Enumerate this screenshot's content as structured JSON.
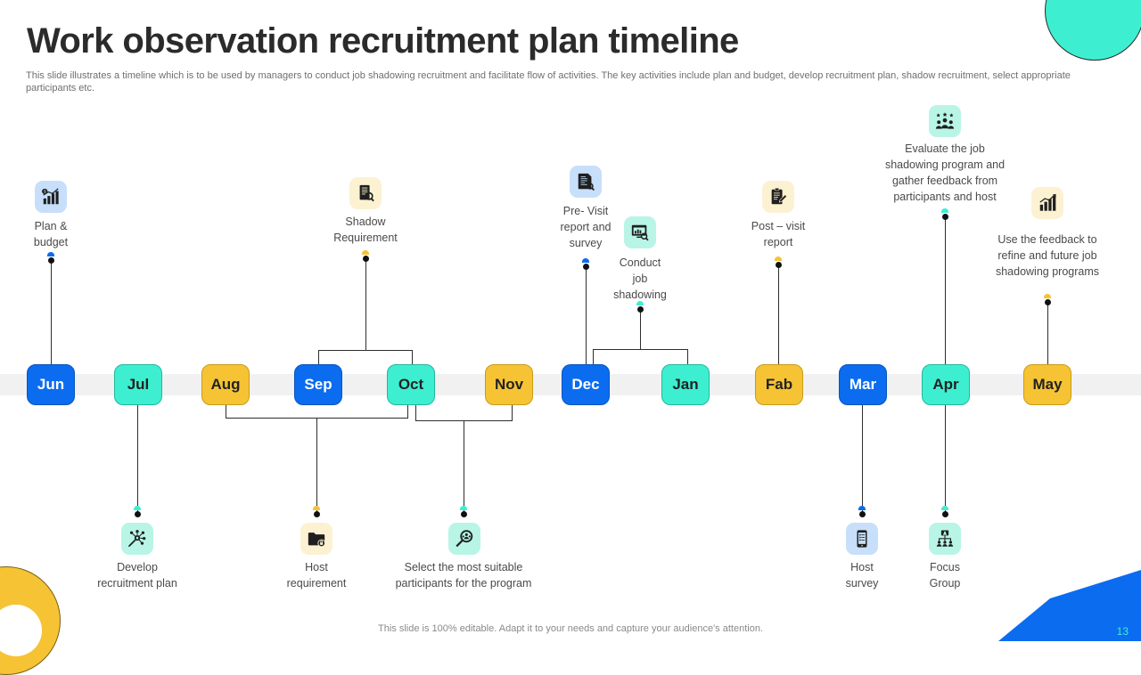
{
  "header": {
    "title": "Work observation recruitment plan timeline",
    "subtitle": "This slide illustrates a timeline which is to be used by managers to conduct job shadowing recruitment and facilitate flow of activities. The key activities include plan and budget, develop recruitment plan, shadow recruitment, select appropriate participants etc."
  },
  "footer": {
    "note": "This slide is 100% editable. Adapt it to your needs and capture your audience's attention.",
    "page_number": "13"
  },
  "colors": {
    "blue": "#0B6CF0",
    "mint": "#3DEFD0",
    "gold": "#F5C334",
    "band": "#F1F1F1",
    "line": "#2e2e2e",
    "tile_blue": "#C7DFFA",
    "tile_mint": "#B8F5E6",
    "tile_cream": "#FCF2D2"
  },
  "timeline": {
    "months": [
      {
        "label": "Jun",
        "color": "blue"
      },
      {
        "label": "Jul",
        "color": "mint"
      },
      {
        "label": "Aug",
        "color": "gold"
      },
      {
        "label": "Sep",
        "color": "blue"
      },
      {
        "label": "Oct",
        "color": "mint"
      },
      {
        "label": "Nov",
        "color": "gold"
      },
      {
        "label": "Dec",
        "color": "blue"
      },
      {
        "label": "Jan",
        "color": "mint"
      },
      {
        "label": "Fab",
        "color": "gold"
      },
      {
        "label": "Mar",
        "color": "blue"
      },
      {
        "label": "Apr",
        "color": "mint"
      },
      {
        "label": "May",
        "color": "gold"
      }
    ]
  },
  "nodes": {
    "plan_budget": {
      "label": "Plan &\nbudget",
      "icon": "bar-chart-dollar-icon",
      "tile": "t-blue",
      "pin": "blue"
    },
    "develop_plan": {
      "label": "Develop\nrecruitment plan",
      "icon": "network-gear-icon",
      "tile": "t-mint",
      "pin": "mint"
    },
    "host_requirement": {
      "label": "Host\nrequirement",
      "icon": "folder-lock-icon",
      "tile": "t-cream",
      "pin": "gold"
    },
    "shadow_requirement": {
      "label": "Shadow\nRequirement",
      "icon": "document-search-icon",
      "tile": "t-cream",
      "pin": "gold"
    },
    "select_participants": {
      "label": "Select the most suitable\nparticipants for the program",
      "icon": "magnifier-people-icon",
      "tile": "t-mint",
      "pin": "mint"
    },
    "pre_visit": {
      "label": "Pre- Visit\nreport and\nsurvey",
      "icon": "report-search-icon",
      "tile": "t-blue",
      "pin": "blue"
    },
    "conduct_shadowing": {
      "label": "Conduct\njob\nshadowing",
      "icon": "monitor-search-icon",
      "tile": "t-mint",
      "pin": "mint"
    },
    "post_visit": {
      "label": "Post – visit\nreport",
      "icon": "clipboard-pen-icon",
      "tile": "t-cream",
      "pin": "gold"
    },
    "host_survey": {
      "label": "Host\nsurvey",
      "icon": "mobile-survey-icon",
      "tile": "t-blue",
      "pin": "blue"
    },
    "evaluate": {
      "label": "Evaluate the job\nshadowing program and\ngather feedback from\nparticipants and host",
      "icon": "people-stars-icon",
      "tile": "t-mint",
      "pin": "mint"
    },
    "focus_group": {
      "label": "Focus\nGroup",
      "icon": "org-chart-icon",
      "tile": "t-mint",
      "pin": "mint"
    },
    "use_feedback": {
      "label": "Use the feedback to\nrefine and future job\nshadowing programs",
      "icon": "growth-chart-icon",
      "tile": "t-cream",
      "pin": "gold"
    }
  }
}
